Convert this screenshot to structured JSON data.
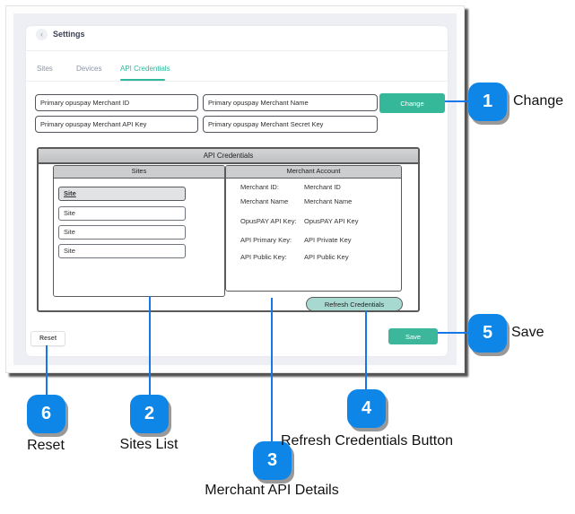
{
  "colors": {
    "accent_teal": "#35b79a",
    "refresh_teal_light": "#a8d9d0",
    "callout_blue": "#0e86e8",
    "connector_blue": "#1678e8",
    "panel_gray": "#edeff4",
    "table_header_gray": "#c7c9cb"
  },
  "header": {
    "back_glyph": "‹",
    "title": "Settings"
  },
  "tabs": [
    {
      "label": "Sites",
      "active": false
    },
    {
      "label": "Devices",
      "active": false
    },
    {
      "label": "API Credentials",
      "active": true
    }
  ],
  "form": {
    "merchant_id_value": "Primary opuspay Merchant ID",
    "merchant_name_value": "Primary opuspay Merchant Name",
    "merchant_api_key_value": "Primary opuspay Merchant API Key",
    "merchant_secret_key_value": "Primary opuspay Merchant Secret Key",
    "change_label": "Change"
  },
  "credentials_panel": {
    "title": "API Credentials",
    "sites": {
      "title": "Sites",
      "items": [
        "Site",
        "Site",
        "Site",
        "Site"
      ],
      "selected_index": 0
    },
    "merchant": {
      "title": "Merchant Account",
      "rows": [
        {
          "label": "Merchant ID:",
          "value": "Merchant ID"
        },
        {
          "label": "Merchant Name",
          "value": "Merchant Name"
        },
        {
          "label": "OpusPAY API Key:",
          "value": "OpusPAY API Key"
        },
        {
          "label": "API Primary Key:",
          "value": "API Private Key"
        },
        {
          "label": "API Public Key:",
          "value": "API Public Key"
        }
      ]
    },
    "refresh_label": "Refresh Credentials"
  },
  "footer": {
    "reset_label": "Reset",
    "save_label": "Save"
  },
  "callouts": [
    {
      "number": "1",
      "label": "Change"
    },
    {
      "number": "2",
      "label": "Sites List"
    },
    {
      "number": "3",
      "label": "Merchant API Details"
    },
    {
      "number": "4",
      "label": "Refresh Credentials Button"
    },
    {
      "number": "5",
      "label": "Save"
    },
    {
      "number": "6",
      "label": "Reset"
    }
  ]
}
